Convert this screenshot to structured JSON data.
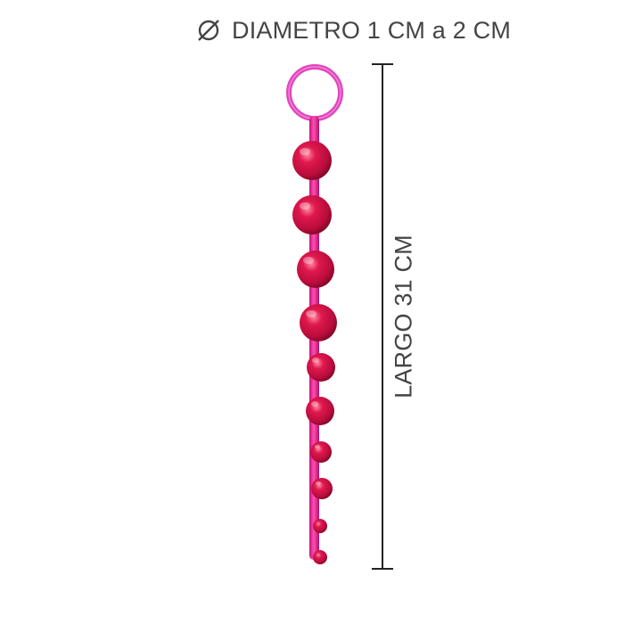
{
  "diameter": {
    "symbol_icon": "diameter-symbol-icon",
    "text": "DIAMETRO 1 CM a 2 CM"
  },
  "length": {
    "text": "LARGO 31 CM"
  },
  "product": {
    "name_icon": "anal-beads-product-image",
    "colors": {
      "ring": "#e040b8",
      "stem": "#e0248e",
      "bead": "#d8104a",
      "bead_highlight": "#ff6b86",
      "bead_shadow": "#8e0828"
    }
  },
  "colors": {
    "text": "#444444",
    "measure_line": "#222222",
    "background": "#ffffff"
  }
}
